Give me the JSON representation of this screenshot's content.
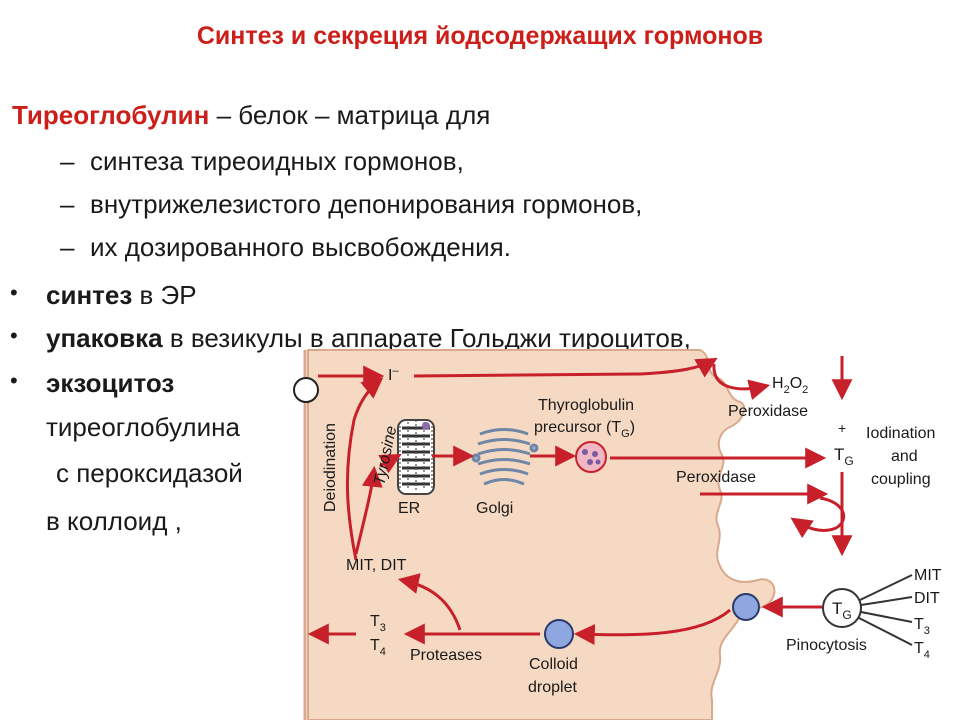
{
  "title": "Синтез и секреция йодсодержащих гормонов",
  "lead": {
    "term": "Тиреоглобулин",
    "rest": " –  белок – матрица для"
  },
  "dash_items": [
    "синтеза тиреоидных гормонов,",
    "внутрижелезистого депонирования гормонов,",
    "их дозированного высвобождения."
  ],
  "dash_mark": "–",
  "bullet_mark": "•",
  "bullets": [
    {
      "bold": "синтез",
      "rest": " в ЭР"
    },
    {
      "bold": "упаковка",
      "rest": " в везикулы в аппарате Гольджи тироцитов,"
    },
    {
      "bold": "экзоцитоз",
      "rest": ""
    }
  ],
  "exocytosis_cont": [
    "тиреоглобулина",
    "с пероксидазой",
    "в коллоид ,"
  ],
  "diagram": {
    "iodide": "I",
    "iodide_sup": "–",
    "h2o2": {
      "h": "H",
      "s1": "2",
      "o": "O",
      "s2": "2"
    },
    "peroxidase_top": "Peroxidase",
    "plus": "+",
    "tg": {
      "t": "T",
      "g": "G"
    },
    "iodination": [
      "Iodination",
      "and",
      "coupling"
    ],
    "deiodination": "Deiodination",
    "tyrosine": "Tyrosine",
    "er": "ER",
    "golgi": "Golgi",
    "precursor": [
      "Thyroglobulin",
      "precursor (T",
      "G",
      ")"
    ],
    "peroxidase_mid": "Peroxidase",
    "mit_dit": "MIT, DIT",
    "products": [
      "MIT",
      "DIT",
      "T3",
      "T4"
    ],
    "pinocytosis": "Pinocytosis",
    "t3": {
      "t": "T",
      "n": "3"
    },
    "t4": {
      "t": "T",
      "n": "4"
    },
    "proteases": "Proteases",
    "colloid": [
      "Colloid",
      "droplet"
    ]
  },
  "colors": {
    "accent": "#cc1f1a",
    "cell": "#f5d9c2",
    "arrow": "#c8202a",
    "droplet": "#8ea7e0"
  }
}
